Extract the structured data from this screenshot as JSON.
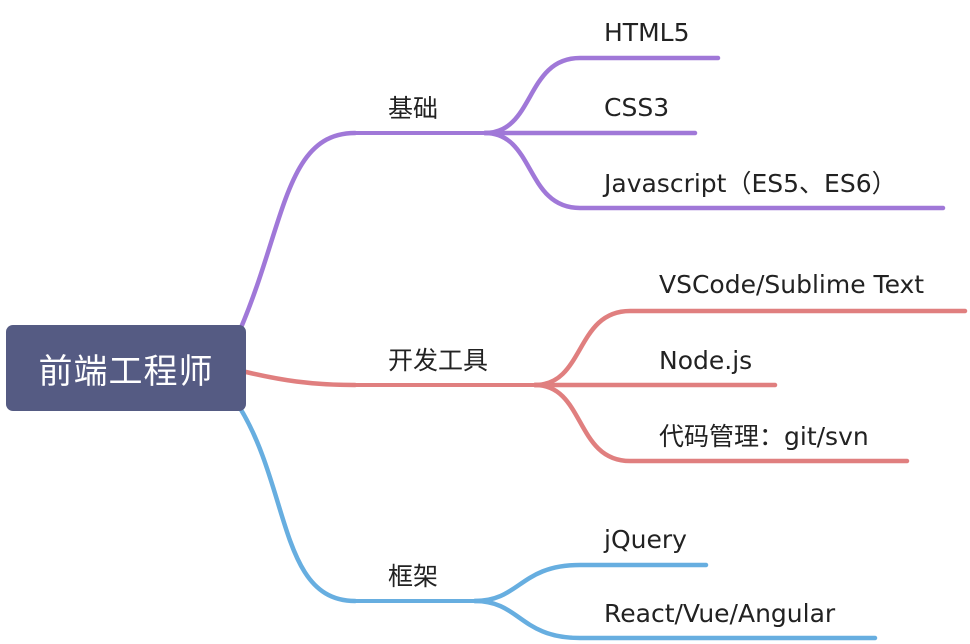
{
  "root": {
    "label": "前端工程师",
    "color": "#555b83"
  },
  "branches": [
    {
      "label": "基础",
      "color": "#a078d8",
      "children": [
        {
          "label": "HTML5"
        },
        {
          "label": "CSS3"
        },
        {
          "label": "Javascript（ES5、ES6）"
        }
      ]
    },
    {
      "label": "开发工具",
      "color": "#e07f7f",
      "children": [
        {
          "label": "VSCode/Sublime Text"
        },
        {
          "label": "Node.js"
        },
        {
          "label": "代码管理：git/svn"
        }
      ]
    },
    {
      "label": "框架",
      "color": "#67aee0",
      "children": [
        {
          "label": "jQuery"
        },
        {
          "label": "React/Vue/Angular"
        }
      ]
    }
  ]
}
